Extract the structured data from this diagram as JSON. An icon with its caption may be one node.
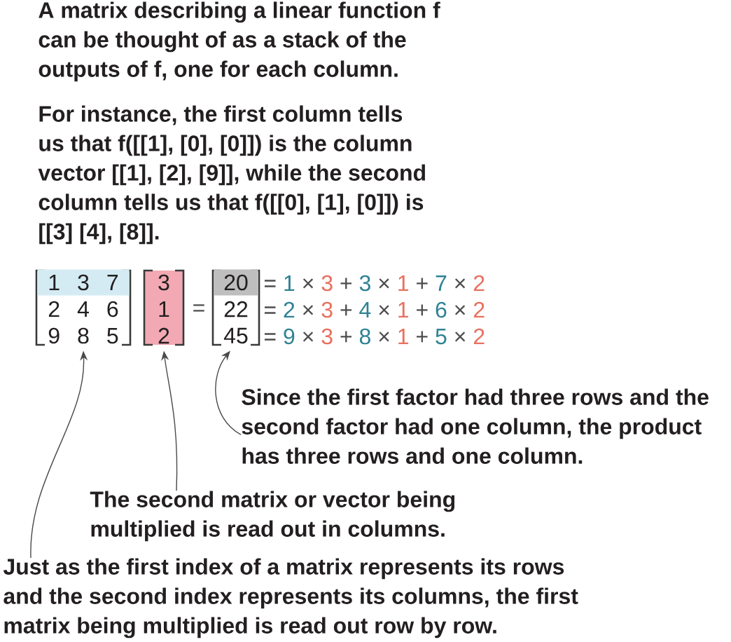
{
  "diagram": {
    "nodes": [
      {
        "text": [
          "1 3 7",
          "2 4 6",
          "9 8 5"
        ]
      },
      {
        "text": [
          "3",
          "1",
          "2"
        ]
      },
      {
        "text": [
          "20",
          "22",
          "45"
        ]
      },
      {
        "text": [
          "Since the first factor had three rows and the second factor had one column, the product has three rows and one column."
        ]
      },
      {
        "text": [
          "The second matrix or vector being multiplied is read out in columns."
        ]
      },
      {
        "text": [
          "Just as the first index of a matrix represents its rows and the second index represents its columns, the first matrix being multiplied is read out row by row."
        ]
      }
    ],
    "edges": [
      {
        "from": 3,
        "to": 2,
        "arrow": "to"
      },
      {
        "from": 4,
        "to": 1,
        "arrow": "to"
      },
      {
        "from": 5,
        "to": 0,
        "arrow": "to"
      }
    ],
    "labels": [
      "A matrix describing a linear function f can be thought of as a stack of the outputs of f, one for each column.",
      "For instance, the first column tells us that f([[1], [0], [0]]) is the column vector [[1], [2], [9]], while the second column tells us that f([[0], [1], [0]]) is [[3] [4], [8]].",
      "=",
      "= 1 × 3 + 3 × 1 + 7 × 2",
      "= 2 × 3 + 4 × 1 + 6 × 2",
      "= 9 × 3 + 8 × 1 + 5 × 2"
    ]
  }
}
